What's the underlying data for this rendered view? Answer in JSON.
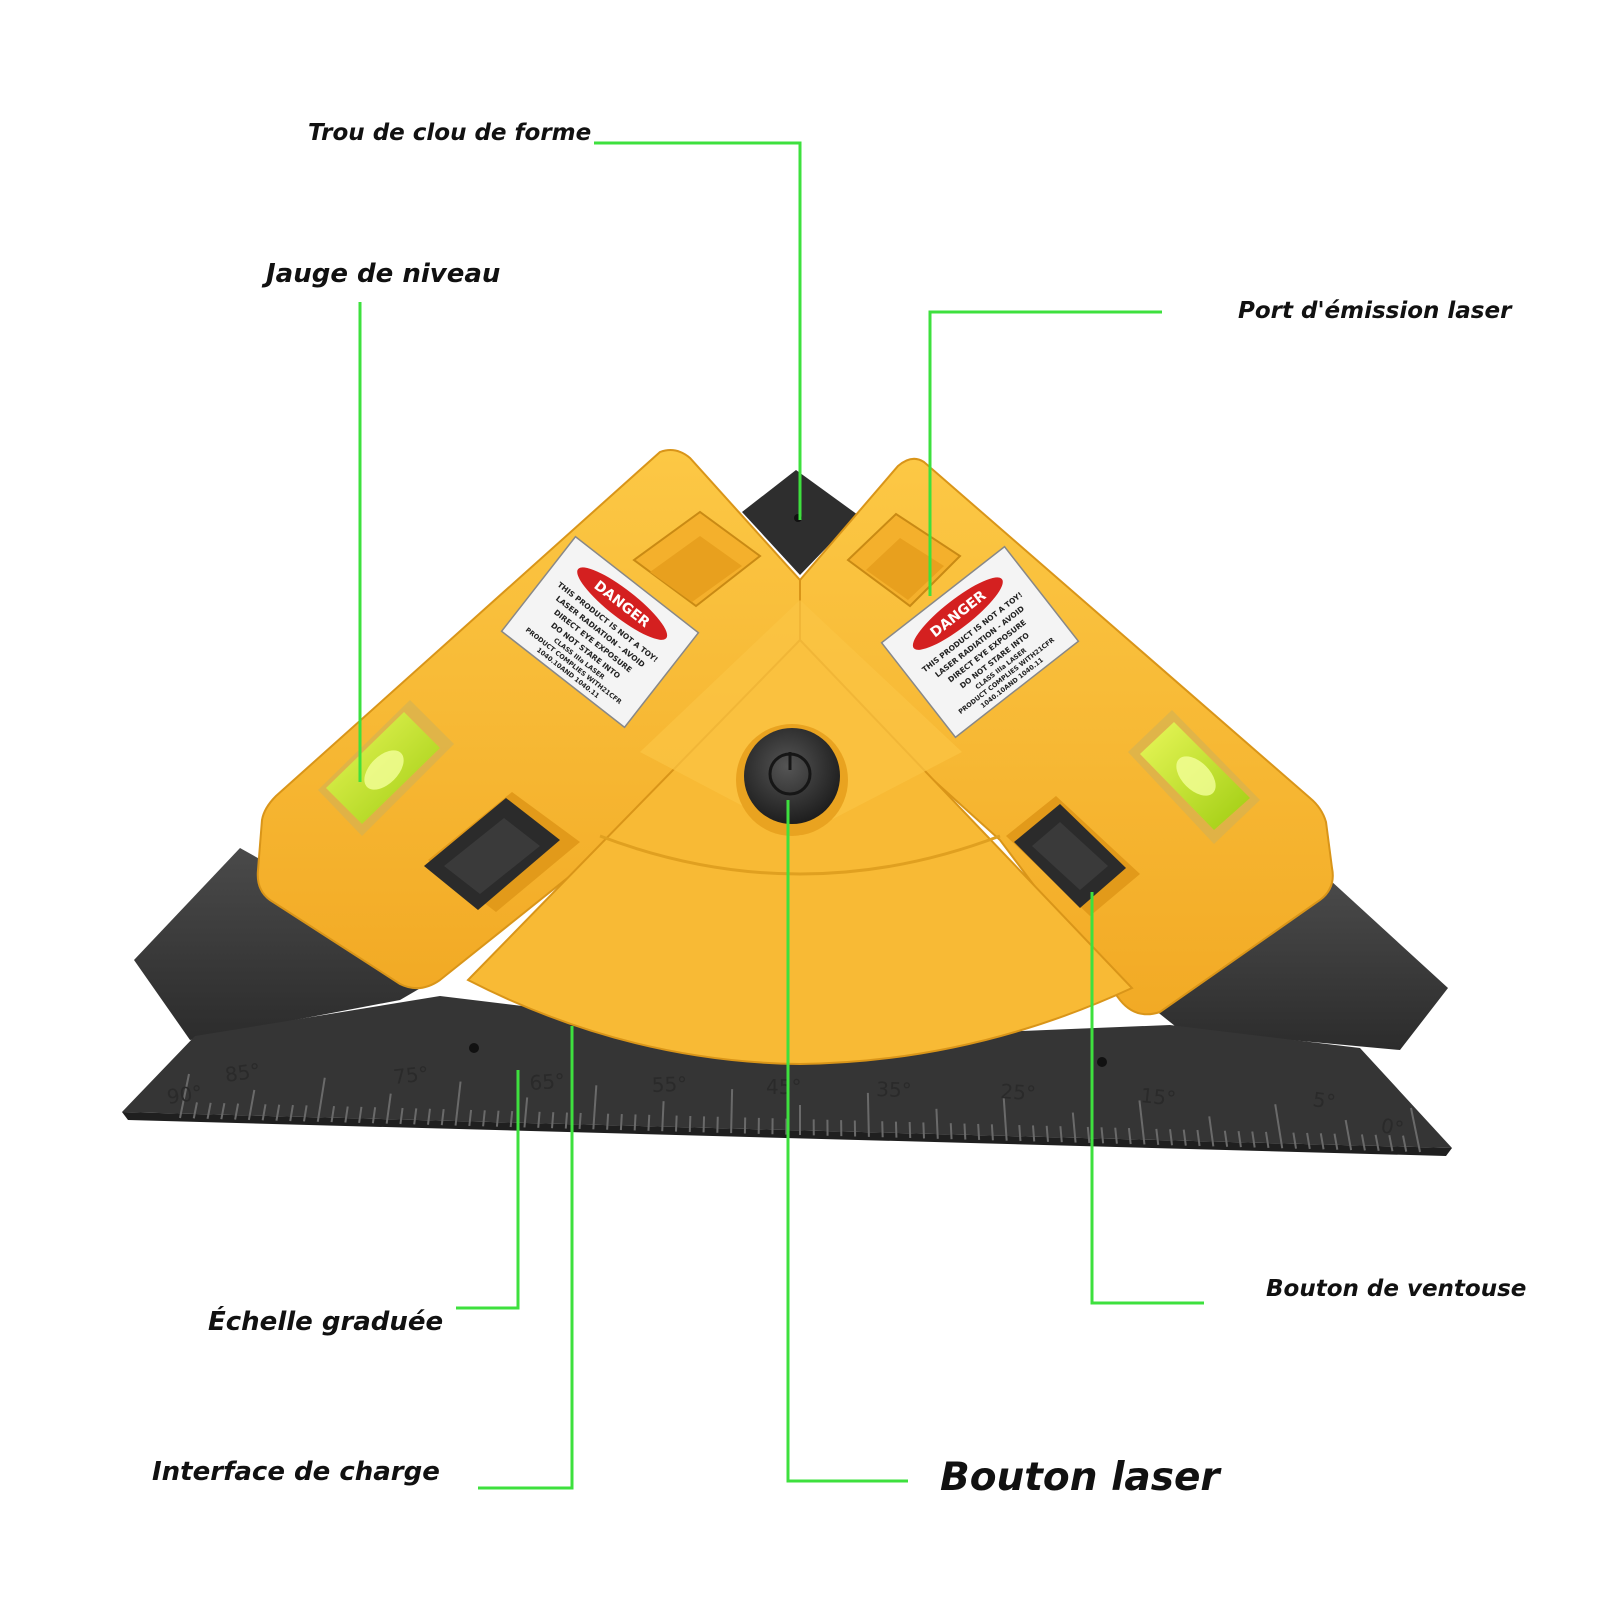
{
  "labels": {
    "nail_hole": "Trou de clou de forme",
    "level_gauge": "Jauge de niveau",
    "laser_port": "Port d'émission laser",
    "scale": "Échelle graduée",
    "charge_interface": "Interface de charge",
    "laser_button": "Bouton laser",
    "suction_button": "Bouton de ventouse"
  },
  "scale_ticks": [
    "90°",
    "85°",
    "75°",
    "65°",
    "55°",
    "45°",
    "35°",
    "25°",
    "15°",
    "5°",
    "0°"
  ],
  "sticker": {
    "danger": "DANGER",
    "line1": "THIS PRODUCT IS NOT A TOY!",
    "line2": "LASER RADIATION - AVOID",
    "line3": "DIRECT EYE EXPOSURE",
    "line4": "DO NOT STARE INTO",
    "line5": "CLASS IIIa LASER",
    "line6": "PRODUCT COMPLIES WITH21CFR",
    "line7": "1040.10AND 1040.11"
  },
  "colors": {
    "leader": "#3ee03e",
    "body": "#f7b731",
    "body_dark": "#e59e1c",
    "base": "#3a3a3a",
    "base_dark": "#262626",
    "bubble": "#c8e61a",
    "danger_red": "#d42020"
  }
}
